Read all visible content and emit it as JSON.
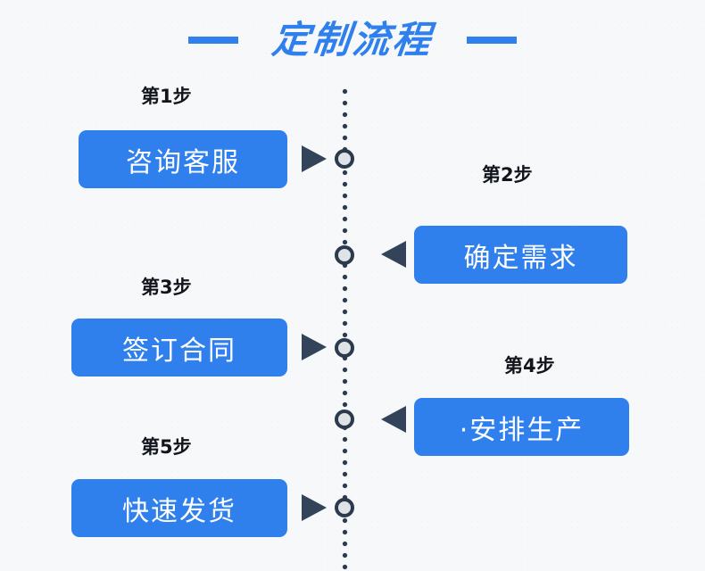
{
  "header": {
    "title": "定制流程",
    "dash_left": "dash",
    "dash_right": "dash",
    "accent_color": "#2f80ed"
  },
  "theme": {
    "background": "#f7f8f9",
    "box_blue": "#2f80ed",
    "box_text": "#ffffff",
    "spine_dot": "#2c3a4d",
    "node_fill": "#dfe2e6",
    "node_stroke": "#2c3a4d",
    "arrow": "#33445a",
    "label_text": "#12161c"
  },
  "flow": {
    "steps": [
      {
        "label": "第1步",
        "title": "咨询客服",
        "side": "left",
        "arrow": "arrow-right"
      },
      {
        "label": "第2步",
        "title": "确定需求",
        "side": "right",
        "arrow": "arrow-left"
      },
      {
        "label": "第3步",
        "title": "签订合同",
        "side": "left",
        "arrow": "arrow-right"
      },
      {
        "label": "第4步",
        "title": "·安排生产",
        "side": "right",
        "arrow": "arrow-left"
      },
      {
        "label": "第5步",
        "title": "快速发货",
        "side": "left",
        "arrow": "arrow-right"
      }
    ]
  }
}
